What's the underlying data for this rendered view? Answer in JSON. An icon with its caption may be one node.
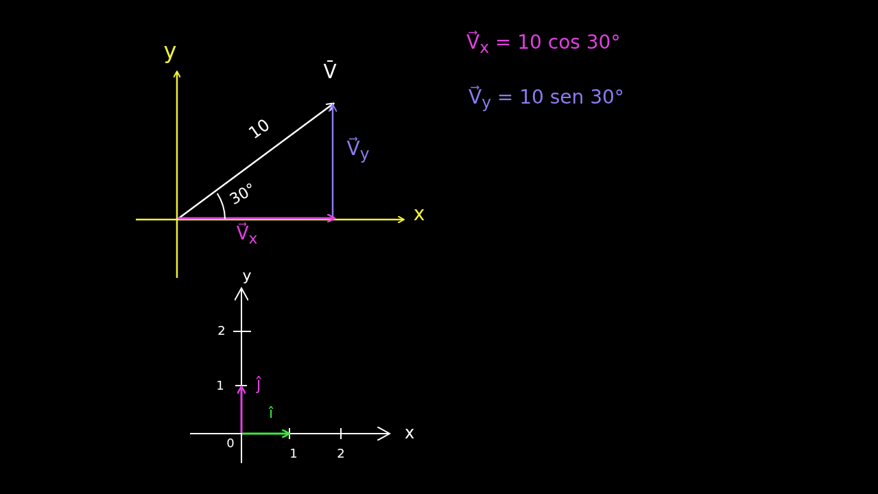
{
  "diagram": {
    "labels": [
      "y",
      "V̄",
      "10",
      "V⃗$_{y}$",
      "30°",
      "x",
      "V⃗$_{x}$",
      "V⃗$_{x}$ = 10 cos 30°",
      "V⃗$_{y}$ = 10 sen 30°",
      "y",
      "2",
      "1",
      "ĵ",
      "î",
      "0",
      "x",
      "1",
      "2"
    ]
  }
}
